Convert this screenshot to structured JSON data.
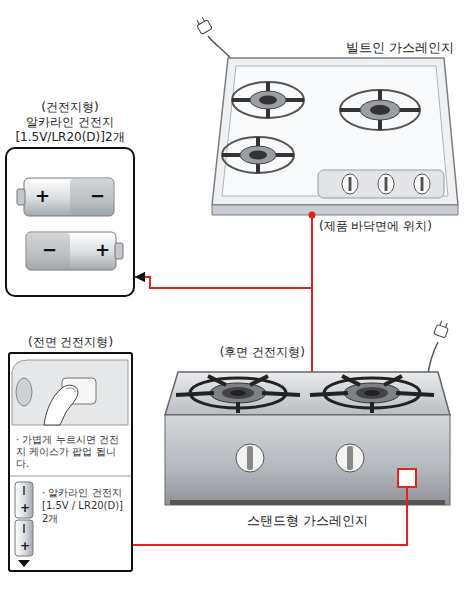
{
  "diagram": {
    "nodes": [
      {
        "text": [
          "빌트인 가스레인지"
        ]
      },
      {
        "text": [
          "(건전지형)",
          "알카라인 건전지 [1.5V/LR20(D)]2개"
        ]
      },
      {
        "text": [
          "(전면 건전지형)",
          "· 가볍게 누르시면 건전지 케이스가 팝업 됩니다.",
          "· 알카라인 건전지 [1.5V / LR20(D)] 2개"
        ]
      },
      {
        "text": [
          "스탠드형 가스레인지"
        ]
      }
    ],
    "edges": [
      {
        "from": 0,
        "to": 1,
        "arrow": "to",
        "label": "(제품 바닥면에 위치)"
      },
      {
        "from": 3,
        "to": 1,
        "arrow": "to",
        "label": "(후면 건전지형)"
      },
      {
        "from": 3,
        "to": 2,
        "arrow": "none"
      }
    ],
    "labels": [
      "+",
      "−",
      "−",
      "+",
      "+",
      "+"
    ]
  }
}
